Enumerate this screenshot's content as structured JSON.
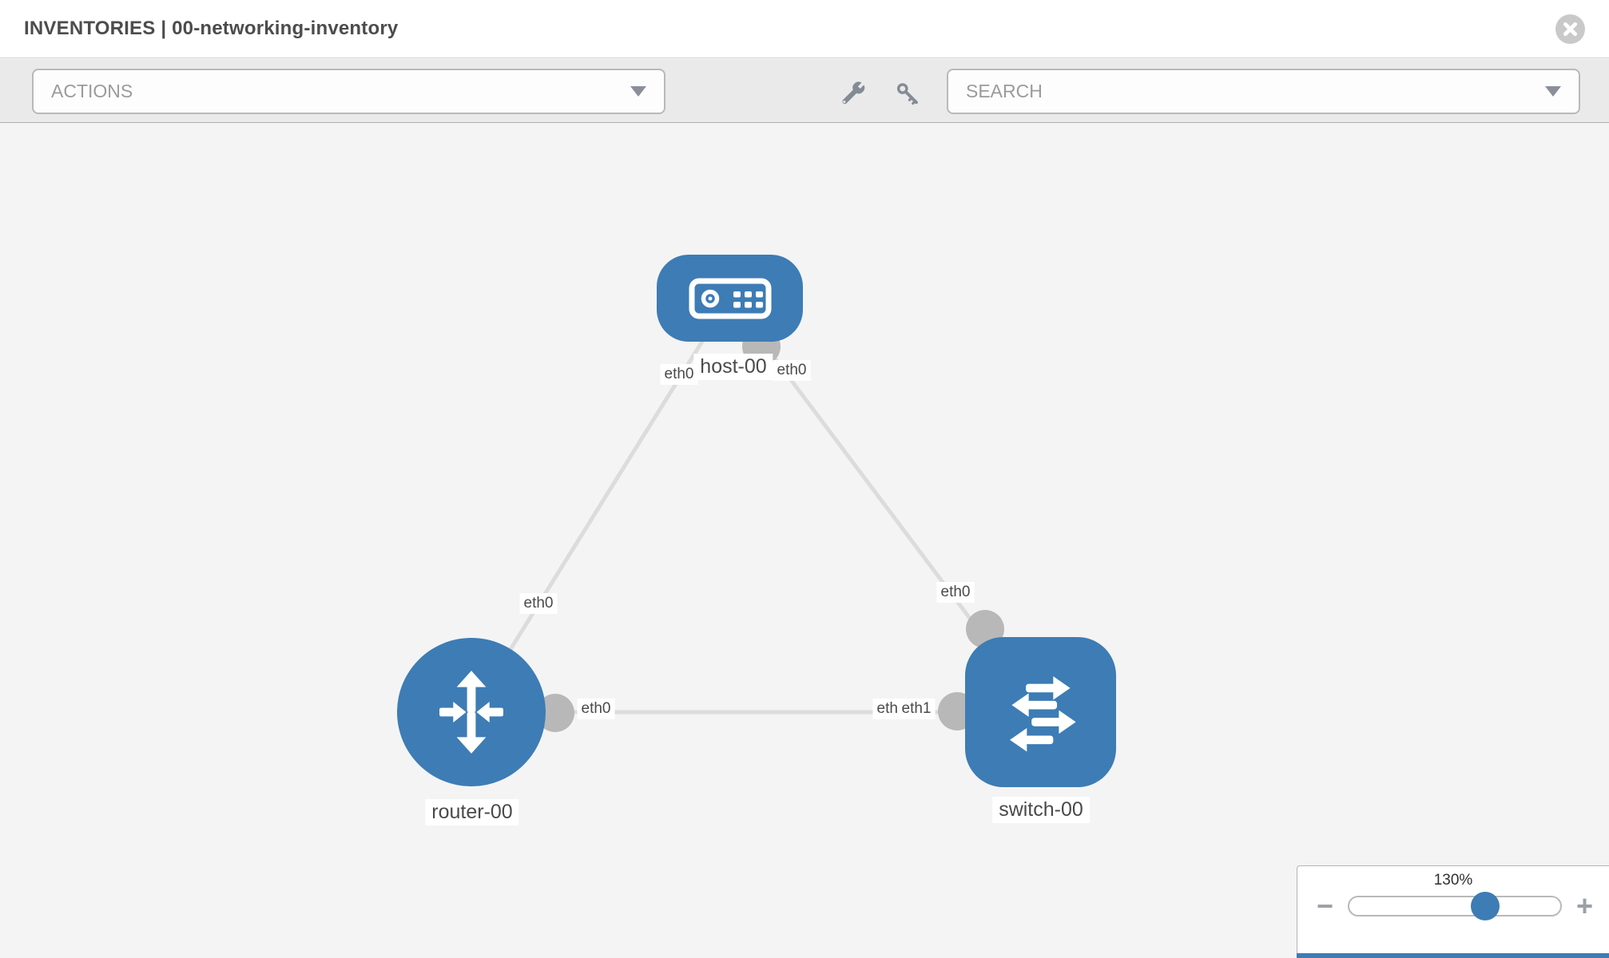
{
  "header": {
    "title": "INVENTORIES | 00-networking-inventory"
  },
  "toolbar": {
    "actions_label": "ACTIONS",
    "search_label": "SEARCH",
    "icons": [
      "wrench-icon",
      "key-icon"
    ]
  },
  "topology": {
    "nodes": {
      "host": {
        "label": "host-00",
        "type": "host"
      },
      "router": {
        "label": "router-00",
        "type": "router"
      },
      "switch": {
        "label": "switch-00",
        "type": "switch"
      }
    },
    "links": [
      {
        "source": "host-00",
        "source_interface": "eth0",
        "target": "router-00",
        "target_interface": "eth0"
      },
      {
        "source": "host-00",
        "source_interface": "eth0",
        "target": "switch-00",
        "target_interface": "eth0"
      },
      {
        "source": "router-00",
        "source_interface": "eth0",
        "target": "switch-00",
        "target_interface": "eth1"
      }
    ],
    "interfaces": {
      "host_left": "eth0",
      "host_right": "eth0",
      "router_uplink": "eth0",
      "switch_uplink": "eth0",
      "router_lan": "eth0",
      "switch_lan_back": "eth0",
      "switch_lan_front": "eth1"
    }
  },
  "zoom": {
    "level": "130%",
    "out_label": "−",
    "in_label": "+"
  },
  "colors": {
    "node_blue": "#3d7cb5",
    "link_gray": "#dcdcdc",
    "endpoint_gray": "#b8b8b8",
    "toolbar_gray": "#eaeaea",
    "canvas_gray": "#f4f4f4"
  }
}
